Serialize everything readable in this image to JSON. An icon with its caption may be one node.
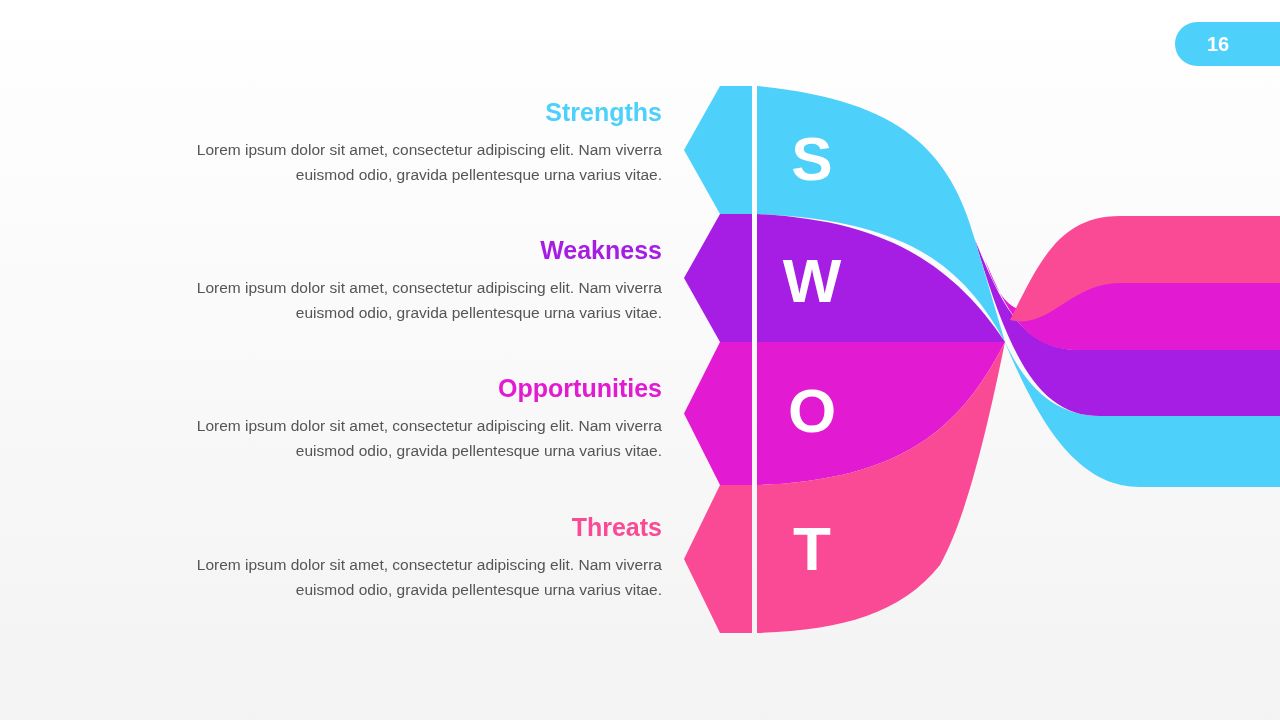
{
  "diagram": {
    "nodes": [
      {
        "text": [
          "S"
        ],
        "beside": [
          "Strengths",
          "Lorem ipsum dolor sit amet, consectetur adipiscing elit. Nam viverra euismod odio, gravida pellentesque urna varius vitae."
        ]
      },
      {
        "text": [
          "W"
        ],
        "beside": [
          "Weakness",
          "Lorem ipsum dolor sit amet, consectetur adipiscing elit. Nam viverra euismod odio, gravida pellentesque urna varius vitae."
        ]
      },
      {
        "text": [
          "O"
        ],
        "beside": [
          "Opportunities",
          "Lorem ipsum dolor sit amet, consectetur adipiscing elit. Nam viverra euismod odio, gravida pellentesque urna varius vitae."
        ]
      },
      {
        "text": [
          "T"
        ],
        "beside": [
          "Threats",
          "Lorem ipsum dolor sit amet, consectetur adipiscing elit. Nam viverra euismod odio, gravida pellentesque urna varius vitae."
        ]
      }
    ],
    "edges": [],
    "labels": [
      "16"
    ]
  }
}
